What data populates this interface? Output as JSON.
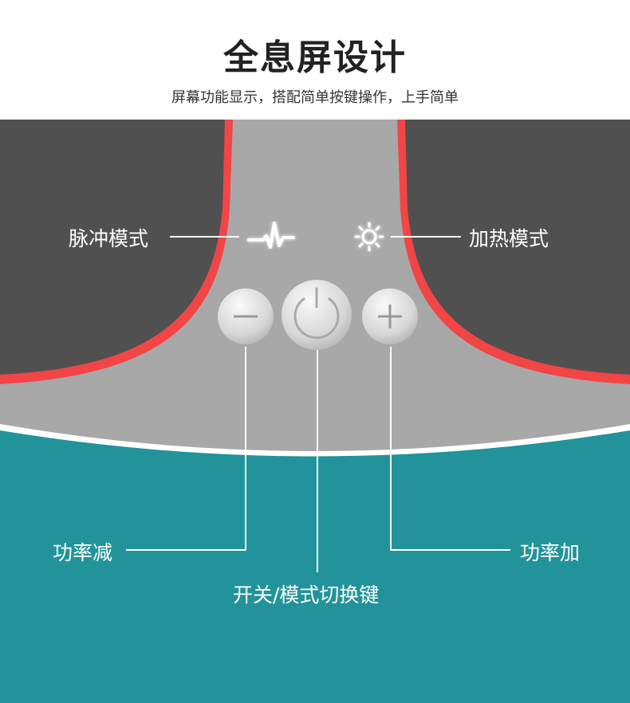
{
  "header": {
    "title": "全息屏设计",
    "subtitle": "屏幕功能显示，搭配简单按键操作，上手简单"
  },
  "labels": {
    "pulse_mode": "脉冲模式",
    "heat_mode": "加热模式",
    "power_down": "功率减",
    "power_up": "功率加",
    "power_mode_switch": "开关/模式切换键"
  },
  "colors": {
    "teal": "#22939a",
    "gray": "#a8a8a8",
    "dark": "#505050",
    "red": "#f24545"
  }
}
